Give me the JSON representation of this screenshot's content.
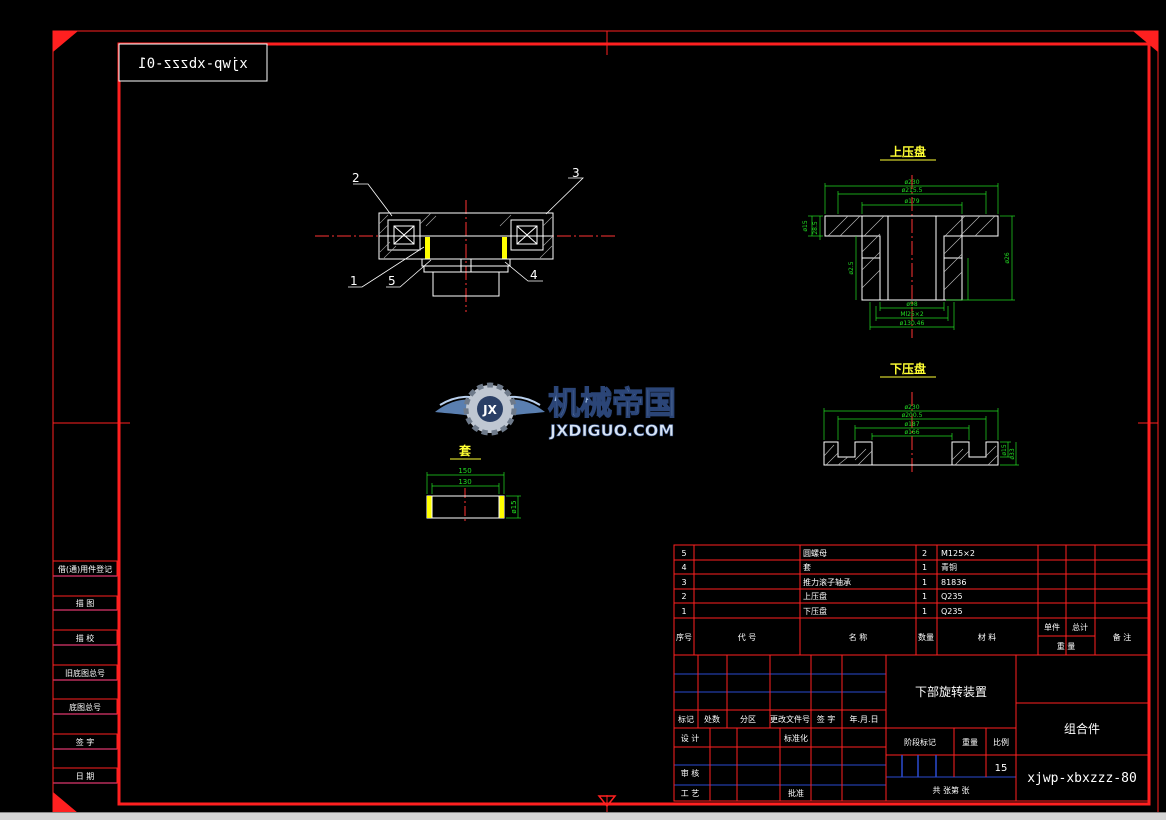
{
  "drawing": {
    "code_mirrored": "xjwp-xbzzz-01",
    "code": "xjwp-xbxzzz-80",
    "title": "下部旋转装置",
    "category": "组合件",
    "scale": "15"
  },
  "views": {
    "upper_plate": {
      "title": "上压盘",
      "dims": [
        "ø230",
        "ø215.5",
        "ø179",
        "ø98",
        "Ml25×2",
        "ø130.46",
        "ø15",
        "28.5",
        "ø2.5",
        "ø26"
      ]
    },
    "lower_plate": {
      "title": "下压盘",
      "dims": [
        "ø230",
        "ø200.5",
        "ø187",
        "ø166",
        "ø15",
        "ø33"
      ]
    },
    "sleeve": {
      "title": "套",
      "dims": [
        "150",
        "130",
        "ø15"
      ]
    },
    "assembly": {
      "balloons": [
        "1",
        "2",
        "3",
        "4",
        "5"
      ]
    }
  },
  "watermark": {
    "cn": "机械帝国",
    "en": "JXDIGUO.COM"
  },
  "left_column": [
    "借(通)用件登记",
    "描 图",
    "描 校",
    "旧底图总号",
    "底图总号",
    "签 字",
    "日 期"
  ],
  "bom": {
    "rows": [
      {
        "no": "5",
        "name": "圆螺母",
        "qty": "2",
        "material": "M125×2"
      },
      {
        "no": "4",
        "name": "套",
        "qty": "1",
        "material": "青铜"
      },
      {
        "no": "3",
        "name": "推力滚子轴承",
        "qty": "1",
        "material": "81836"
      },
      {
        "no": "2",
        "name": "上压盘",
        "qty": "1",
        "material": "Q235"
      },
      {
        "no": "1",
        "name": "下压盘",
        "qty": "1",
        "material": "Q235"
      }
    ],
    "header": {
      "no": "序号",
      "code": "代 号",
      "name": "名 称",
      "qty": "数量",
      "material": "材 料",
      "single": "单件",
      "total": "总计",
      "weight": "重 量",
      "remark": "备 注"
    }
  },
  "title_block": {
    "row_labels": [
      "标记",
      "处数",
      "分区",
      "更改文件号",
      "签 字",
      "年.月.日"
    ],
    "design": "设 计",
    "standard": "标准化",
    "review": "审 核",
    "process": "工 艺",
    "approve": "批准",
    "stage_mark": "阶段标记",
    "weight": "重量",
    "ratio": "比例",
    "sheets": "共  张第  张"
  },
  "colors": {
    "frame": "#ff2020",
    "geometry": "#ffffff",
    "dims": "#22dd22",
    "centerline": "#ff3333",
    "hatch": "#ffff00",
    "labels": "#ffff33"
  }
}
